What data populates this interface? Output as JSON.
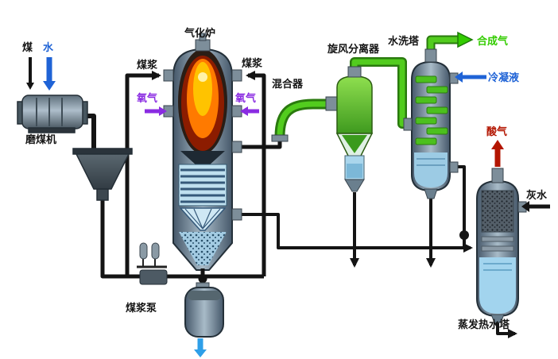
{
  "diagram": {
    "type": "process-flow-diagram",
    "labels": {
      "coal": "煤",
      "water": "水",
      "coal_mill": "磨煤机",
      "slurry_pump": "煤浆泵",
      "coal_slurry_left": "煤浆",
      "coal_slurry_right": "煤浆",
      "oxygen_left": "氧气",
      "oxygen_right": "氧气",
      "gasifier": "气化炉",
      "mixer": "混合器",
      "cyclone_separator": "旋风分离器",
      "wash_tower": "水洗塔",
      "syngas": "合成气",
      "condensate": "冷凝液",
      "acid_gas": "酸气",
      "gray_water": "灰水",
      "evaporation_tower": "蒸发热水塔"
    },
    "colors": {
      "pipe_black": "#141414",
      "water_blue": "#1f63d6",
      "oxygen_purple": "#8a2be2",
      "syngas_green": "#33cc00",
      "gas_pipe_green": "#52cc1e",
      "gas_pipe_green_dark": "#2a7a0e",
      "condensate_blue": "#1f63d6",
      "acid_gas_red": "#b31500",
      "quench_out_blue": "#2e9fe8",
      "liquid_blue": "#9ccbe4",
      "flame_orange": "#ff7a00"
    }
  }
}
